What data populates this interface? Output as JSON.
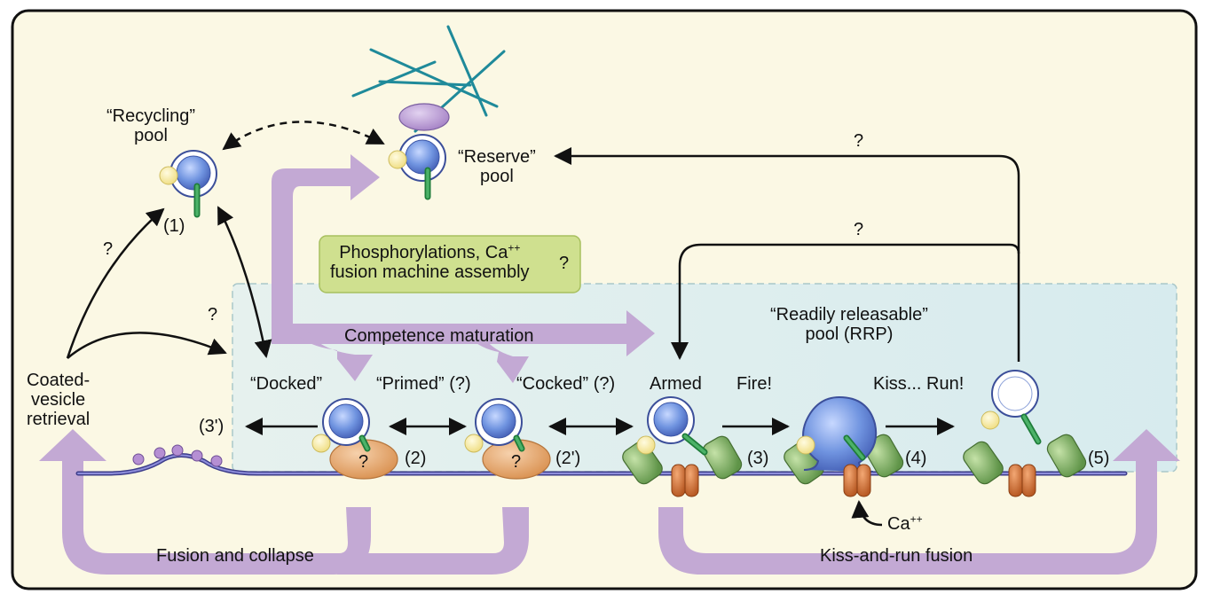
{
  "labels": {
    "recycling_pool": [
      "“Recycling”",
      "pool"
    ],
    "reserve_pool": [
      "“Reserve”",
      "pool"
    ],
    "step1": "(1)",
    "step2": "(2)",
    "step2p": "(2')",
    "step3": "(3)",
    "step3p": "(3')",
    "step4": "(4)",
    "step5": "(5)",
    "q_reserve": "?",
    "q_armed": "?",
    "q_recycle": "?",
    "q_docked": "?",
    "q_box": "?",
    "q_docked_vesicle": "?",
    "q_primed_vesicle": "?",
    "phosphorylation_box": [
      "Phosphorylations, Ca",
      "++",
      "fusion machine assembly"
    ],
    "rrp": [
      "“Readily releasable”",
      "pool (RRP)"
    ],
    "competence_maturation": "Competence maturation",
    "coated_vesicle": [
      "Coated-",
      "vesicle",
      "retrieval"
    ],
    "docked": "“Docked”",
    "primed": "“Primed” (?)",
    "cocked": "“Cocked” (?)",
    "armed": "Armed",
    "fire": "Fire!",
    "kiss_run": "Kiss... Run!",
    "calcium": [
      "Ca",
      "++"
    ],
    "fusion_collapse": "Fusion and collapse",
    "kiss_and_run": "Kiss-and-run fusion"
  },
  "colors": {
    "background": "#fbf8e4",
    "rrp_panel": "#e2f0f0",
    "purple_arrow": "#c3a9d4",
    "green_box": "#cddd8a",
    "vesicle_blue": "#6f93dd",
    "membrane": "#6a6ab0",
    "actin": "#1f8a9a",
    "synapsin": "#b79bd2",
    "snare_green": "#7fb267",
    "channel_orange": "#d87a3c",
    "docking_orange": "#e3a46a"
  }
}
